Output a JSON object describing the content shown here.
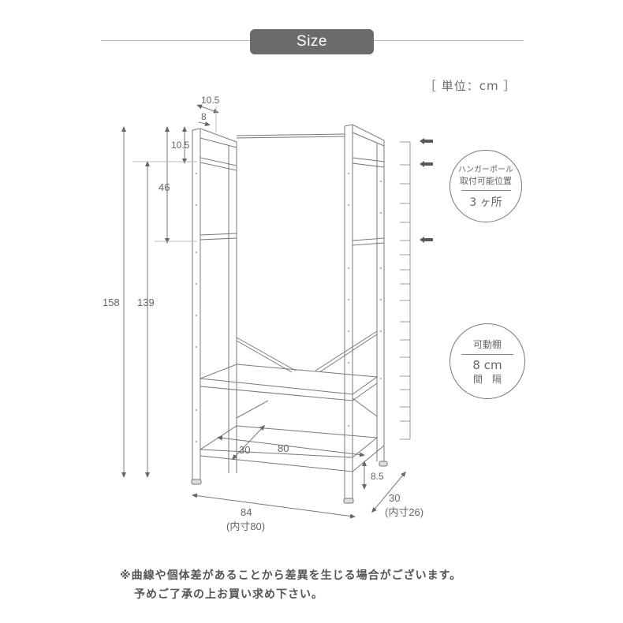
{
  "header": {
    "title": "Size",
    "unit_label": "［ 単位：cm ］"
  },
  "dimensions": {
    "top_frame_depth": "10.5",
    "top_post_width": "8",
    "top_to_first_pole": "10.5",
    "pole_spacing": "46",
    "total_height": "158",
    "shelf_top_height": "139",
    "shelf_width": "80",
    "shelf_depth": "30",
    "floor_clearance": "8.5",
    "total_width": "84",
    "inner_width": "(内寸80)",
    "total_depth": "30",
    "inner_depth": "(内寸26)"
  },
  "hanger_badge": {
    "line1": "ハンガーポール",
    "line2": "取付可能位置",
    "value": "3 ヶ所"
  },
  "shelf_badge": {
    "label": "可動棚",
    "value": "8 cm",
    "sub": "間　隔"
  },
  "notes": {
    "line1": "※曲線や個体差があることから差異を生じる場合がございます。",
    "line2": "予めご了承の上お買い求め下さい。"
  },
  "colors": {
    "pill": "#6b6b6b",
    "line": "#777777",
    "arrow": "#5a5a5a"
  }
}
